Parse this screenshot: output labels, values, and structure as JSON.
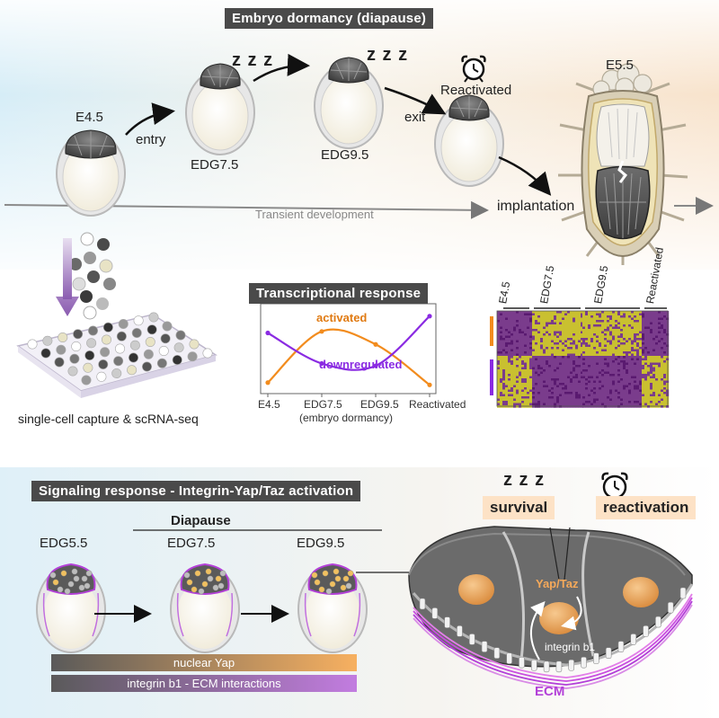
{
  "top": {
    "banner": "Embryo dormancy (diapause)",
    "stages": {
      "e45": "E4.5",
      "edg75": "EDG7.5",
      "edg95": "EDG9.5",
      "reactivated": "Reactivated",
      "e55": "E5.5"
    },
    "arrows": {
      "entry": "entry",
      "exit": "exit",
      "implantation": "implantation",
      "transient": "Transient development"
    },
    "zzz": "z z z",
    "capture_label": "single-cell capture & scRNA-seq"
  },
  "transcriptional": {
    "banner": "Transcriptional response",
    "chart_data": {
      "type": "line",
      "categories": [
        "E4.5",
        "EDG7.5",
        "EDG9.5",
        "Reactivated"
      ],
      "xlabel": "(embryo dormancy)",
      "series": [
        {
          "name": "activated",
          "color": "#f28c1e",
          "values": [
            0.05,
            0.72,
            0.55,
            0.02
          ]
        },
        {
          "name": "downregulated",
          "color": "#8a2be2",
          "values": [
            0.7,
            0.3,
            0.27,
            0.92
          ]
        }
      ]
    },
    "heatmap": {
      "columns": [
        "E4.5",
        "EDG7.5",
        "EDG9.5",
        "Reactivated"
      ],
      "colors": {
        "high": "#c9c030",
        "mid": "#7a3c8c",
        "low": "#5a1a70"
      }
    }
  },
  "signaling": {
    "banner": "Signaling response - Integrin-Yap/Taz activation",
    "diapause_label": "Diapause",
    "stages": [
      "EDG5.5",
      "EDG7.5",
      "EDG9.5"
    ],
    "survival": "survival",
    "reactivation": "reactivation",
    "zzz": "z z z",
    "yap_taz": "Yap/Taz",
    "integrin": "integrin b1",
    "ecm": "ECM",
    "bar1": "nuclear Yap",
    "bar2": "integrin b1 - ECM interactions",
    "colors": {
      "orange": "#f5a95a",
      "purple": "#b36ad6",
      "grey": "#555555"
    }
  }
}
